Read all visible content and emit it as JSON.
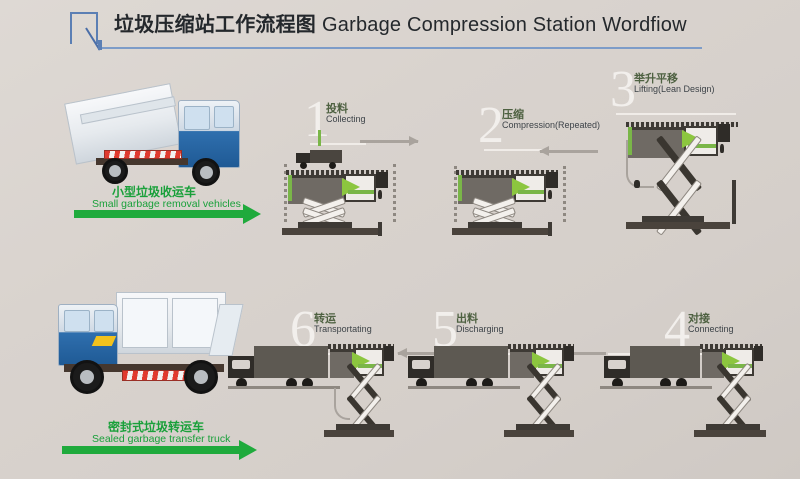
{
  "title": {
    "logo_icon": "square-check-logo-icon",
    "chinese": "垃圾压缩站工作流程图",
    "english": "Garbage Compression Station Wordfiow"
  },
  "vehicles": [
    {
      "id": "small-removal-vehicle",
      "photo": "small-blue-white-tipper-truck",
      "caption_cn": "小型垃圾收运车",
      "caption_en": "Small garbage removal vehicles",
      "arrow_direction": "right",
      "arrow_color": "#1faa3c"
    },
    {
      "id": "sealed-transfer-truck",
      "photo": "large-blue-white-sealed-transfer-truck",
      "caption_cn": "密封式垃圾转运车",
      "caption_en": "Sealed garbage transfer truck",
      "arrow_direction": "left",
      "arrow_color": "#1faa3c"
    }
  ],
  "steps": [
    {
      "number": "1",
      "cn": "投料",
      "en": "Collecting",
      "row": "top"
    },
    {
      "number": "2",
      "cn": "压缩",
      "en": "Compression(Repeated)",
      "row": "top"
    },
    {
      "number": "3",
      "cn": "举升平移",
      "en": "Lifting(Lean Design)",
      "row": "top"
    },
    {
      "number": "4",
      "cn": "对接",
      "en": "Connecting",
      "row": "bottom"
    },
    {
      "number": "5",
      "cn": "出料",
      "en": "Discharging",
      "row": "bottom"
    },
    {
      "number": "6",
      "cn": "转运",
      "en": "Transportating",
      "row": "bottom"
    }
  ],
  "colors": {
    "background": "#d8d2cd",
    "title_rule": "#7d9cc8",
    "logo": "#5b7fb4",
    "step_cn": "#4e6141",
    "step_number": "#f2efec",
    "flow_arrow": "#a9a39d",
    "green_accent": "#7ab648",
    "caption_green": "#19a03a",
    "machine_dark": "#3e3a35",
    "machine_body": "#6f6a64"
  }
}
